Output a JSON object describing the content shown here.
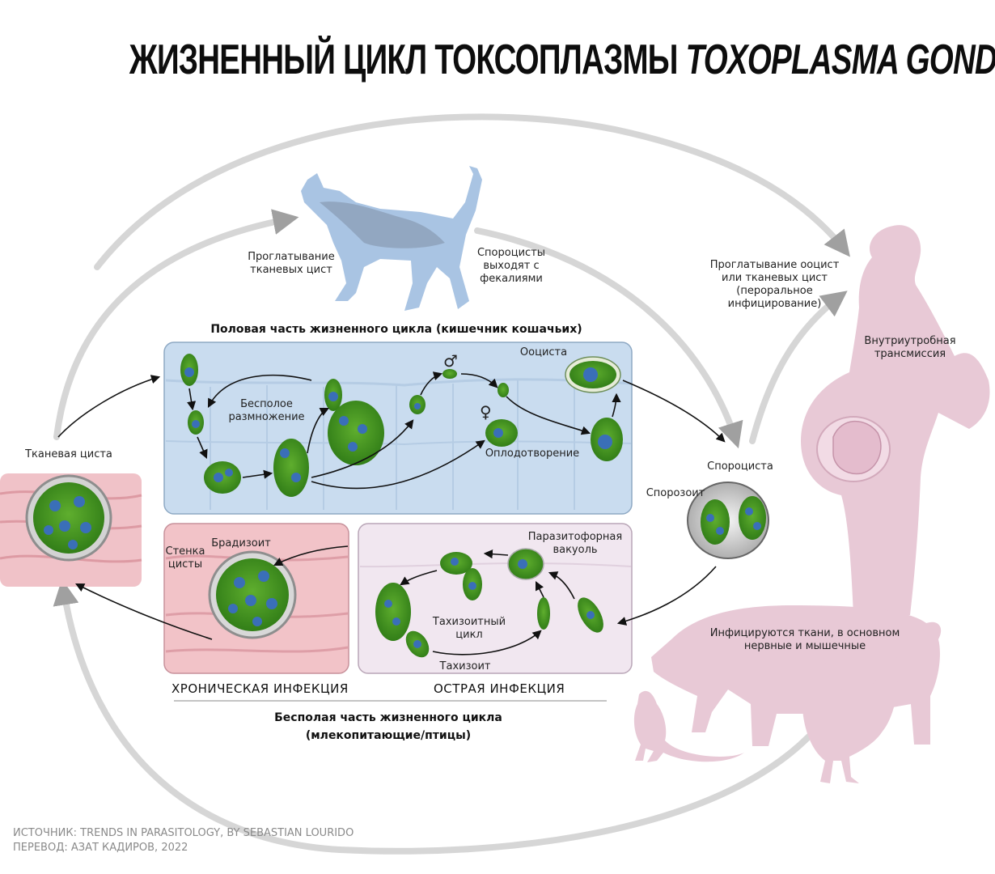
{
  "title": {
    "main": "ЖИЗНЕННЫЙ ЦИКЛ ТОКСОПЛАЗМЫ",
    "latin": "TOXOPLASMA GONDII"
  },
  "labels": {
    "ingest_tissue_cysts": [
      "Проглатывание",
      "тканевых цист"
    ],
    "sporocysts_out": [
      "Спороцисты",
      "выходят с",
      "фекалиями"
    ],
    "ingest_oocysts": [
      "Проглатывание ооцист",
      "или тканевых цист",
      "(пероральное",
      "инфицирование)"
    ],
    "intrauterine": [
      "Внутриутробная",
      "трансмиссия"
    ],
    "tissue_cyst": "Тканевая циста",
    "sexual_header": "Половая часть жизненного цикла (кишечник кошачьих)",
    "asexual_repro": [
      "Бесполое",
      "размножение"
    ],
    "oocyst": "Ооциста",
    "fertilization": "Оплодотворение",
    "male_symbol": "♂",
    "female_symbol": "♀",
    "sporocyst": "Спороциста",
    "sporozoite": "Спорозоит",
    "bradyzoite": "Брадизоит",
    "cyst_wall": [
      "Стенка",
      "цисты"
    ],
    "parasitophorous_vacuole": [
      "Паразитофорная",
      "вакуоль"
    ],
    "tachyzoite_cycle": [
      "Тахизоитный",
      "цикл"
    ],
    "tachyzoite": "Тахизоит",
    "chronic_infection": "ХРОНИЧЕСКАЯ ИНФЕКЦИЯ",
    "acute_infection": "ОСТРАЯ ИНФЕКЦИЯ",
    "asexual_header": [
      "Бесполая часть жизненного цикла",
      "(млекопитающие/птицы)"
    ],
    "tissues_infected": [
      "Инфицируются ткани, в основном",
      "нервные и мышечные"
    ]
  },
  "source": {
    "line1": "ИСТОЧНИК: TRENDS IN PARASITOLOGY, BY SEBASTIAN LOURIDO",
    "line2": "ПЕРЕВОД: АЗАТ КАДИРОВ, 2022"
  },
  "colors": {
    "parasite_green": "#3f8f1f",
    "nucleus_blue": "#3a6fb8",
    "intestine_panel": "#c9dcef",
    "chronic_panel": "#f2c3c8",
    "acute_panel": "#f1e7f0",
    "cat": "#a9c4e3",
    "host_silhouette": "#e8c9d6",
    "arrow_grey": "#cfcfcf"
  }
}
